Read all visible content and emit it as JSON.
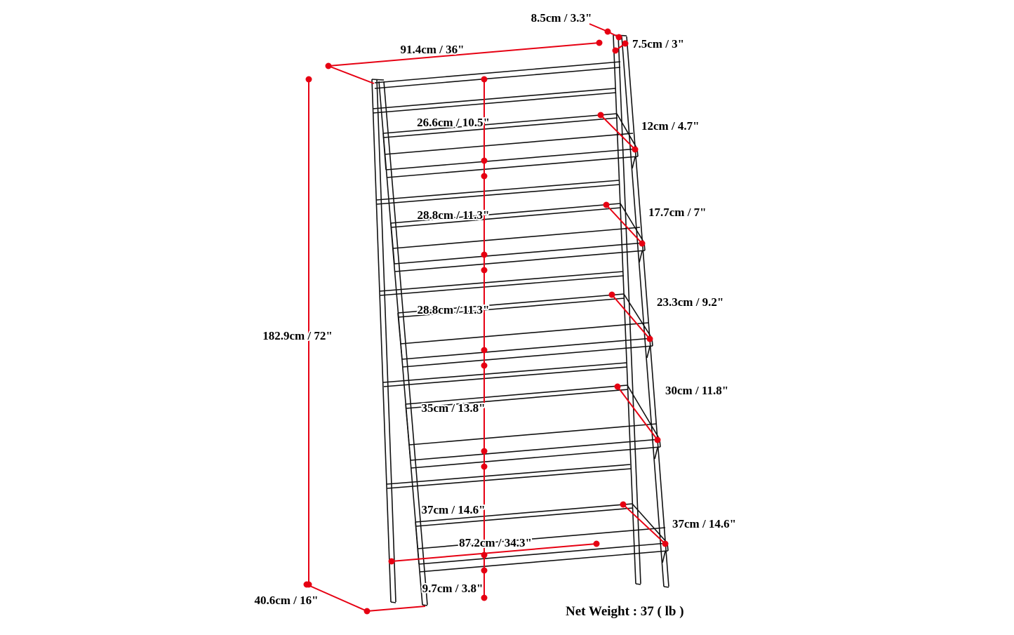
{
  "diagram": {
    "colors": {
      "dimension_red": "#e60012",
      "line_black": "#111111",
      "background": "#ffffff"
    },
    "labels": {
      "top_cap_depth": "8.5cm / 3.3\"",
      "post_width": "7.5cm / 3\"",
      "top_width": "91.4cm / 36\"",
      "shelf_gap_1": "26.6cm / 10.5\"",
      "shelf_depth_1": "12cm / 4.7\"",
      "shelf_gap_2": "28.8cm / 11.3\"",
      "shelf_depth_2": "17.7cm / 7\"",
      "shelf_gap_3": "28.8cm / 11.3\"",
      "shelf_depth_3": "23.3cm / 9.2\"",
      "overall_height": "182.9cm / 72\"",
      "shelf_gap_4": "35cm / 13.8\"",
      "shelf_depth_4": "30cm / 11.8\"",
      "shelf_gap_5": "37cm / 14.6\"",
      "shelf_depth_5": "37cm / 14.6\"",
      "bottom_shelf_width": "87.2cm / 34.3\"",
      "floor_clearance": "9.7cm / 3.8\"",
      "base_depth": "40.6cm / 16\"",
      "net_weight": "Net Weight : 37 ( lb )"
    }
  }
}
